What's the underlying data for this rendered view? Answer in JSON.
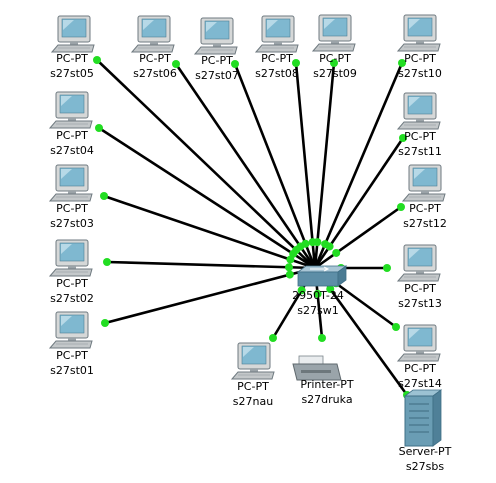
{
  "topology": {
    "colors": {
      "link": "#000000",
      "link_light": "#22dd22",
      "pc_body": "#d6d8d8",
      "pc_screen": "#7fb8d0",
      "switch_top": "#a9c6d6",
      "switch_front": "#5d8ea7",
      "server": "#6a9db4",
      "printer": "#9aa4aa"
    },
    "switch": {
      "id": "s27sw1",
      "type": "2950T-24",
      "name": "s27sw1",
      "icon": "switch-icon"
    },
    "devices": [
      {
        "id": "s27st05",
        "type": "PC-PT",
        "name": "s27st05",
        "icon": "pc-icon"
      },
      {
        "id": "s27st06",
        "type": "PC-PT",
        "name": "s27st06",
        "icon": "pc-icon"
      },
      {
        "id": "s27st07",
        "type": "PC-PT",
        "name": "s27st07",
        "icon": "pc-icon"
      },
      {
        "id": "s27st08",
        "type": "PC-PT",
        "name": "s27st08",
        "icon": "pc-icon"
      },
      {
        "id": "s27st09",
        "type": "PC-PT",
        "name": "s27st09",
        "icon": "pc-icon"
      },
      {
        "id": "s27st10",
        "type": "PC-PT",
        "name": "s27st10",
        "icon": "pc-icon"
      },
      {
        "id": "s27st04",
        "type": "PC-PT",
        "name": "s27st04",
        "icon": "pc-icon"
      },
      {
        "id": "s27st11",
        "type": "PC-PT",
        "name": "s27st11",
        "icon": "pc-icon"
      },
      {
        "id": "s27st03",
        "type": "PC-PT",
        "name": "s27st03",
        "icon": "pc-icon"
      },
      {
        "id": "s27st12",
        "type": "PC-PT",
        "name": "s27st12",
        "icon": "pc-icon"
      },
      {
        "id": "s27st02",
        "type": "PC-PT",
        "name": "s27st02",
        "icon": "pc-icon"
      },
      {
        "id": "s27st13",
        "type": "PC-PT",
        "name": "s27st13",
        "icon": "pc-icon"
      },
      {
        "id": "s27st01",
        "type": "PC-PT",
        "name": "s27st01",
        "icon": "pc-icon"
      },
      {
        "id": "s27st14",
        "type": "PC-PT",
        "name": "s27st14",
        "icon": "pc-icon"
      },
      {
        "id": "s27nau",
        "type": "PC-PT",
        "name": "s27nau",
        "icon": "pc-icon"
      },
      {
        "id": "s27druka",
        "type": "Printer-PT",
        "name": "s27druka",
        "icon": "printer-icon"
      },
      {
        "id": "s27sbs",
        "type": "Server-PT",
        "name": "s27sbs",
        "icon": "server-icon"
      }
    ]
  }
}
